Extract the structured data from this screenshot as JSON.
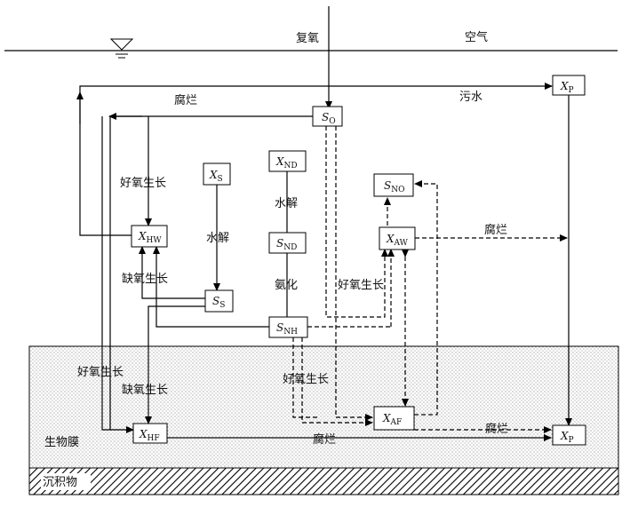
{
  "labels": {
    "reaeration": "复氧",
    "air": "空气",
    "decay_top": "腐烂",
    "wastewater": "污水",
    "aerobic_growth_left": "好氧生长",
    "hydrolysis_left": "水解",
    "hydrolysis_mid": "水解",
    "anoxic_growth_left": "缺氧生长",
    "ammonification": "氨化",
    "aerobic_growth_mid": "好氧生长",
    "decay_right": "腐烂",
    "aerobic_growth_bio": "好氧生长",
    "anoxic_growth_bio": "缺氧生长",
    "biofilm": "生物膜",
    "decay_bottom": "腐烂",
    "decay_bottom_right": "腐烂",
    "sediment": "沉积物"
  },
  "nodes": {
    "SO": {
      "main": "S",
      "sub": "O"
    },
    "XP_top": {
      "main": "X",
      "sub": "P"
    },
    "XS": {
      "main": "X",
      "sub": "S"
    },
    "XND": {
      "main": "X",
      "sub": "ND"
    },
    "SNO": {
      "main": "S",
      "sub": "NO"
    },
    "XHW": {
      "main": "X",
      "sub": "HW"
    },
    "SND": {
      "main": "S",
      "sub": "ND"
    },
    "XAW": {
      "main": "X",
      "sub": "AW"
    },
    "SS": {
      "main": "S",
      "sub": "S"
    },
    "SNH": {
      "main": "S",
      "sub": "NH"
    },
    "XAF": {
      "main": "X",
      "sub": "AF"
    },
    "XHF": {
      "main": "X",
      "sub": "HF"
    },
    "XP_bottom": {
      "main": "X",
      "sub": "P"
    }
  }
}
